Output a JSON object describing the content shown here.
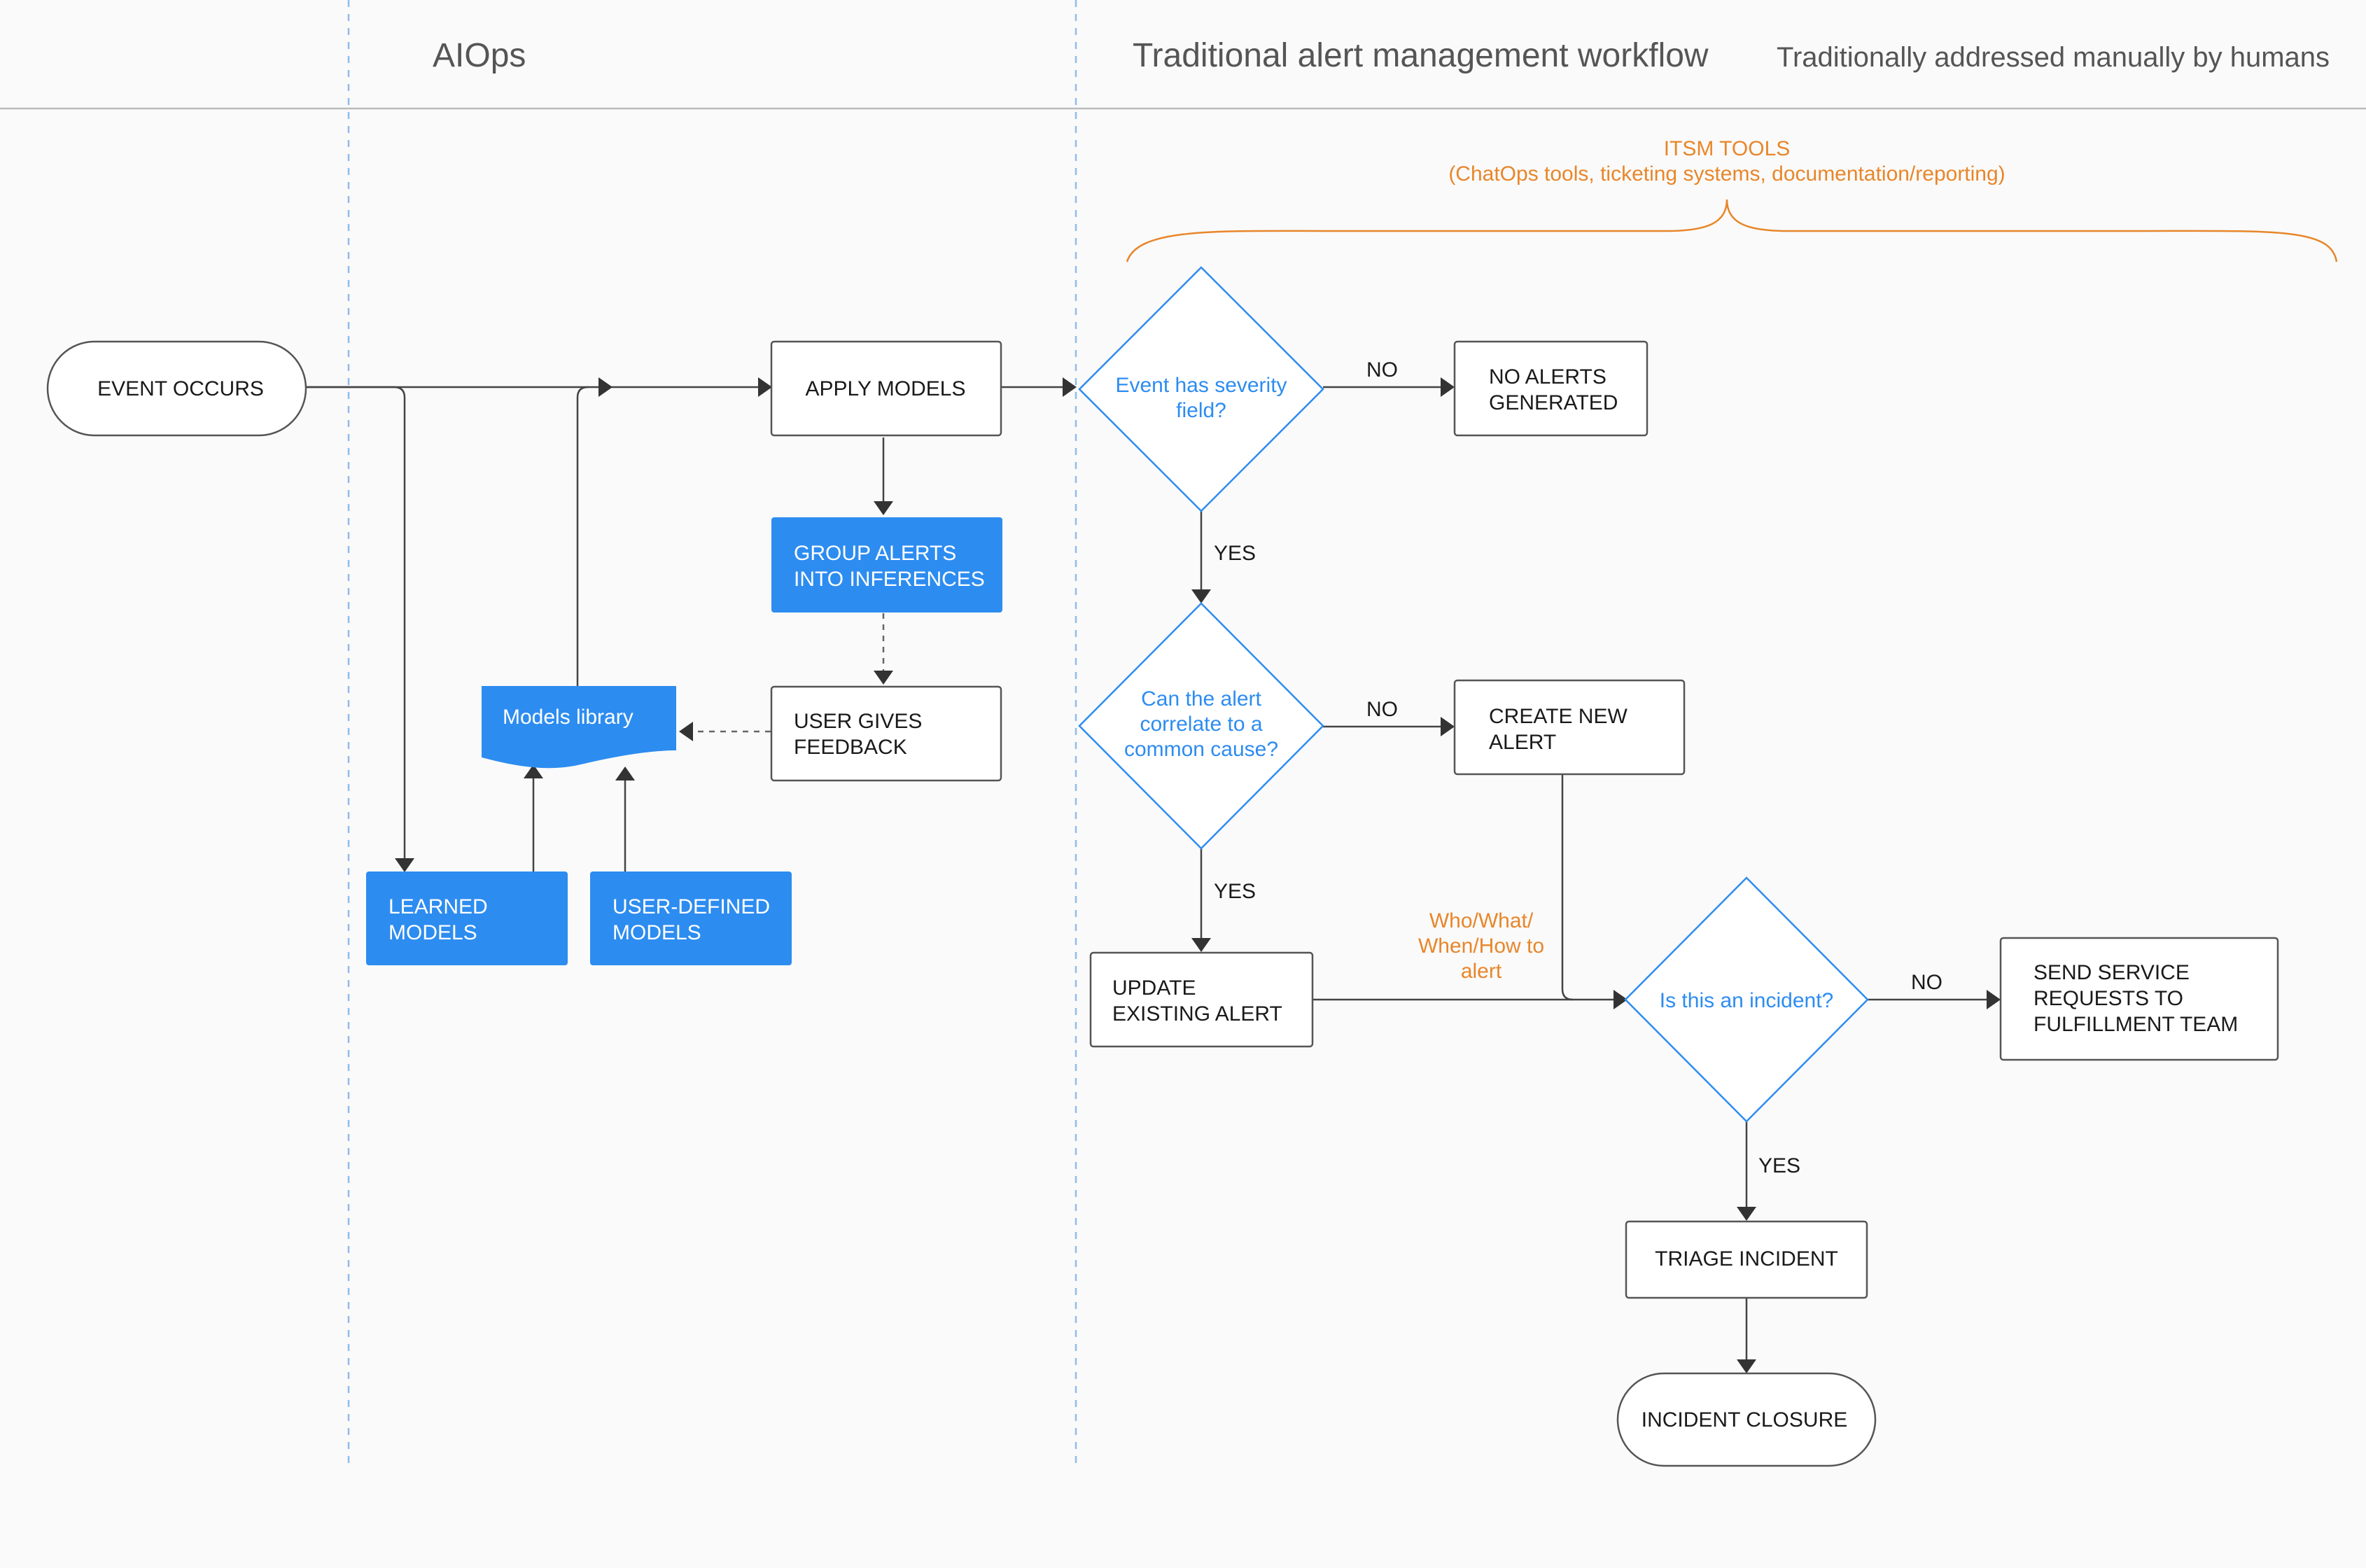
{
  "header": {
    "aiops_title": "AIOps",
    "traditional_title": "Traditional alert management workflow",
    "traditional_subtitle": "Traditionally addressed manually by humans"
  },
  "itsm": {
    "title": "ITSM TOOLS",
    "subtitle": "(ChatOps tools, ticketing systems, documentation/reporting)"
  },
  "nodes": {
    "event_occurs": "EVENT OCCURS",
    "apply_models": "APPLY MODELS",
    "group_alerts": [
      "GROUP ALERTS",
      "INTO INFERENCES"
    ],
    "user_feedback": [
      "USER GIVES",
      "FEEDBACK"
    ],
    "models_library": "Models library",
    "learned_models": [
      "LEARNED",
      "MODELS"
    ],
    "user_defined_models": [
      "USER-DEFINED",
      "MODELS"
    ],
    "severity_decision": [
      "Event has severity",
      "field?"
    ],
    "no_alerts": [
      "NO ALERTS",
      "GENERATED"
    ],
    "correlate_decision": [
      "Can the alert",
      "correlate to a",
      "common cause?"
    ],
    "create_alert": [
      "CREATE NEW",
      "ALERT"
    ],
    "update_alert": [
      "UPDATE",
      "EXISTING ALERT"
    ],
    "who_what": [
      "Who/What/",
      "When/How to",
      "alert"
    ],
    "incident_decision": "Is this an incident?",
    "send_requests": [
      "SEND SERVICE",
      "REQUESTS TO",
      "FULFILLMENT TEAM"
    ],
    "triage": "TRIAGE INCIDENT",
    "closure": "INCIDENT CLOSURE"
  },
  "edges": {
    "no_1": "NO",
    "yes_1": "YES",
    "no_2": "NO",
    "yes_2": "YES",
    "no_3": "NO",
    "yes_3": "YES"
  },
  "colors": {
    "accent_blue": "#2d8cf0",
    "annotation_orange": "#e8862a",
    "background": "#fafafa"
  }
}
